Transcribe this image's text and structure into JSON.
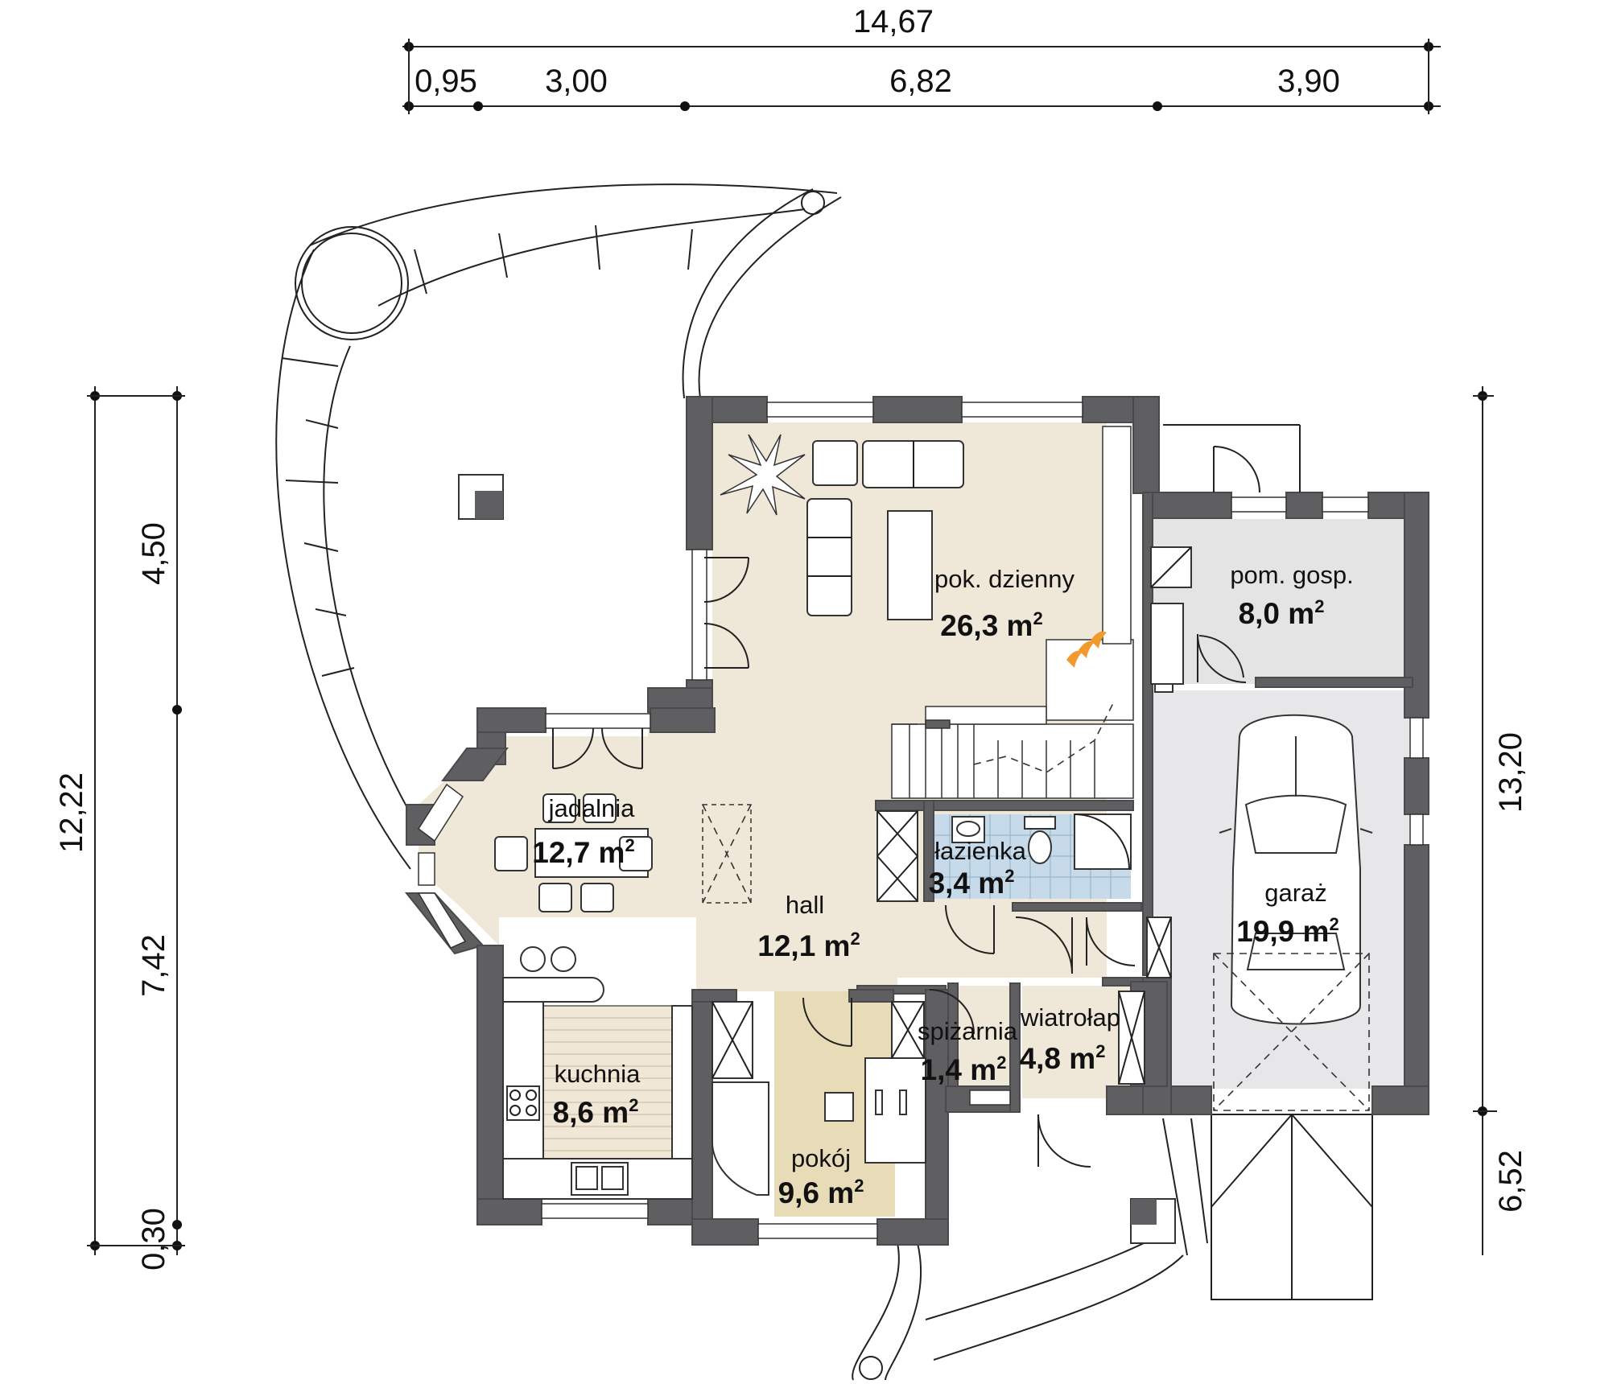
{
  "dimensions": {
    "top_total": "14,67",
    "top_segments": [
      "0,95",
      "3,00",
      "6,82",
      "3,90"
    ],
    "left_total": "12,22",
    "left_segments": [
      "4,50",
      "7,42",
      "0,30"
    ],
    "right_segments": [
      "13,20",
      "6,52"
    ]
  },
  "rooms": {
    "living": {
      "name": "pok. dzienny",
      "area_num": "26,3 m",
      "sup": "2"
    },
    "utility": {
      "name": "pom. gosp.",
      "area_num": "8,0 m",
      "sup": "2"
    },
    "dining": {
      "name": "jadalnia",
      "area_num": "12,7 m",
      "sup": "2"
    },
    "bathroom": {
      "name": "łazienka",
      "area_num": "3,4 m",
      "sup": "2"
    },
    "garage": {
      "name": "garaż",
      "area_num": "19,9 m",
      "sup": "2"
    },
    "hall": {
      "name": "hall",
      "area_num": "12,1 m",
      "sup": "2"
    },
    "kitchen": {
      "name": "kuchnia",
      "area_num": "8,6 m",
      "sup": "2"
    },
    "pantry": {
      "name": "spiżarnia",
      "area_num": "1,4 m",
      "sup": "2"
    },
    "vestibule": {
      "name": "wiatrołap",
      "area_num": "4,8 m",
      "sup": "2"
    },
    "room": {
      "name": "pokój",
      "area_num": "9,6 m",
      "sup": "2"
    }
  },
  "colors": {
    "wall": "#5f5f62",
    "living_floor": "#efe8d8",
    "room_floor": "#e8dcb8",
    "utility_floor": "#e4e4e4",
    "garage_floor": "#e7e7ea",
    "bathroom_floor": "#c6dae9",
    "stair_fire": "#f29a2e"
  }
}
